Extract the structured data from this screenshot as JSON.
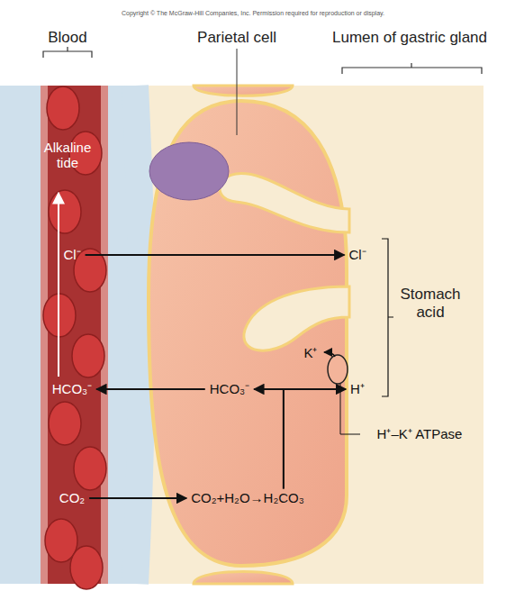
{
  "diagram": {
    "nodes": [
      {
        "text": [
          "Blood"
        ]
      },
      {
        "text": [
          "Parietal cell"
        ]
      },
      {
        "text": [
          "Lumen of gastric gland"
        ]
      },
      {
        "text": [
          "Cl⁻"
        ],
        "in": 0
      },
      {
        "text": [
          "HCO₃⁻"
        ],
        "in": 0
      },
      {
        "text": [
          "CO₂"
        ],
        "in": 0
      },
      {
        "text": [
          "HCO₃⁻"
        ],
        "in": 1
      },
      {
        "text": [
          "CO₂+H₂O→H₂CO₃"
        ],
        "in": 1
      },
      {
        "text": [
          "Cl⁻"
        ],
        "in": 2
      },
      {
        "text": [
          "H⁺"
        ],
        "in": 2
      },
      {
        "text": [
          "K⁺"
        ],
        "in": 1
      }
    ],
    "edges": [
      {
        "from": 5,
        "to": 7,
        "arrow": "to"
      },
      {
        "from": 3,
        "to": 8,
        "arrow": "to"
      },
      {
        "from": 6,
        "to": 4,
        "arrow": "to"
      },
      {
        "from": 7,
        "to": 6,
        "arrow": "to"
      },
      {
        "from": 7,
        "to": 9,
        "arrow": "to"
      }
    ],
    "labels": [
      "Copyright © The McGraw-Hill Companies, Inc. Permission required for reproduction or display.",
      "Alkaline tide",
      "Stomach acid",
      "H⁺–K⁺ ATPase"
    ]
  }
}
